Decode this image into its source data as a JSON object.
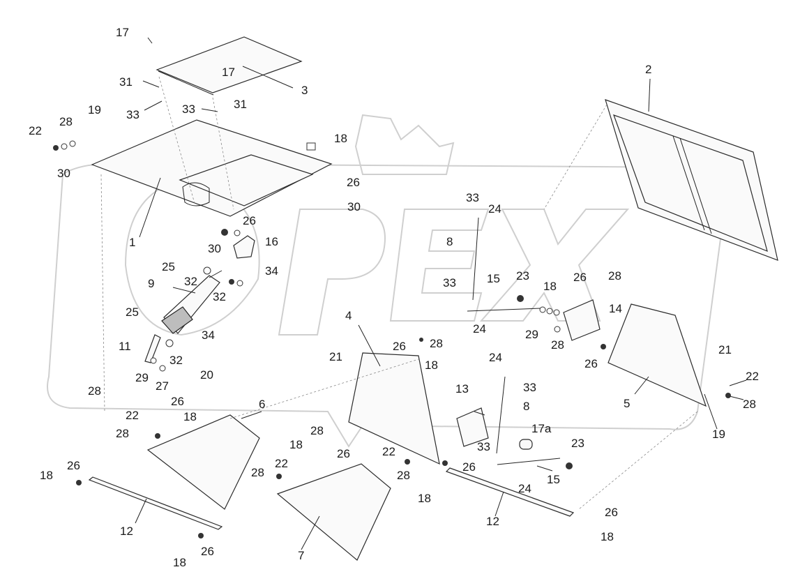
{
  "callouts": [
    {
      "id": "17-top",
      "text": "17"
    },
    {
      "id": "17-mid",
      "text": "17"
    },
    {
      "id": "3",
      "text": "3"
    },
    {
      "id": "31-left",
      "text": "31"
    },
    {
      "id": "31-right",
      "text": "31"
    },
    {
      "id": "33-left",
      "text": "33"
    },
    {
      "id": "33-mid",
      "text": "33"
    },
    {
      "id": "19-top",
      "text": "19"
    },
    {
      "id": "28-top",
      "text": "28"
    },
    {
      "id": "22-top",
      "text": "22"
    },
    {
      "id": "30-top",
      "text": "30"
    },
    {
      "id": "18-top",
      "text": "18"
    },
    {
      "id": "26-cover",
      "text": "26"
    },
    {
      "id": "30-cover",
      "text": "30"
    },
    {
      "id": "1",
      "text": "1"
    },
    {
      "id": "26-mid",
      "text": "26"
    },
    {
      "id": "30-mid",
      "text": "30"
    },
    {
      "id": "16",
      "text": "16"
    },
    {
      "id": "25-top",
      "text": "25"
    },
    {
      "id": "32-a",
      "text": "32"
    },
    {
      "id": "9",
      "text": "9"
    },
    {
      "id": "32-b",
      "text": "32"
    },
    {
      "id": "34-top",
      "text": "34"
    },
    {
      "id": "25-bot",
      "text": "25"
    },
    {
      "id": "34-bot",
      "text": "34"
    },
    {
      "id": "11",
      "text": "11"
    },
    {
      "id": "32-c",
      "text": "32"
    },
    {
      "id": "29-left",
      "text": "29"
    },
    {
      "id": "27",
      "text": "27"
    },
    {
      "id": "20",
      "text": "20"
    },
    {
      "id": "2",
      "text": "2"
    },
    {
      "id": "33-rod",
      "text": "33"
    },
    {
      "id": "24-rod",
      "text": "24"
    },
    {
      "id": "8-top",
      "text": "8"
    },
    {
      "id": "33-rod2",
      "text": "33"
    },
    {
      "id": "15-top",
      "text": "15"
    },
    {
      "id": "23-top",
      "text": "23"
    },
    {
      "id": "18-rod",
      "text": "18"
    },
    {
      "id": "26-rod",
      "text": "26"
    },
    {
      "id": "28-rod",
      "text": "28"
    },
    {
      "id": "14",
      "text": "14"
    },
    {
      "id": "24-mid",
      "text": "24"
    },
    {
      "id": "29-mid",
      "text": "29"
    },
    {
      "id": "28-mid",
      "text": "28"
    },
    {
      "id": "4",
      "text": "4"
    },
    {
      "id": "26-4",
      "text": "26"
    },
    {
      "id": "28-4",
      "text": "28"
    },
    {
      "id": "18-4",
      "text": "18"
    },
    {
      "id": "21-left",
      "text": "21"
    },
    {
      "id": "26-right",
      "text": "26"
    },
    {
      "id": "21-right",
      "text": "21"
    },
    {
      "id": "22-right",
      "text": "22"
    },
    {
      "id": "28-right",
      "text": "28"
    },
    {
      "id": "5",
      "text": "5"
    },
    {
      "id": "19-right",
      "text": "19"
    },
    {
      "id": "24-low",
      "text": "24"
    },
    {
      "id": "33-low",
      "text": "33"
    },
    {
      "id": "13",
      "text": "13"
    },
    {
      "id": "8-low",
      "text": "8"
    },
    {
      "id": "17a",
      "text": "17a"
    },
    {
      "id": "23-low",
      "text": "23"
    },
    {
      "id": "33-low2",
      "text": "33"
    },
    {
      "id": "15-low",
      "text": "15"
    },
    {
      "id": "24-bot",
      "text": "24"
    },
    {
      "id": "28-6",
      "text": "28"
    },
    {
      "id": "26-6",
      "text": "26"
    },
    {
      "id": "22-6",
      "text": "22"
    },
    {
      "id": "18-6",
      "text": "18"
    },
    {
      "id": "28-6b",
      "text": "28"
    },
    {
      "id": "6",
      "text": "6"
    },
    {
      "id": "28-7",
      "text": "28"
    },
    {
      "id": "18-7",
      "text": "18"
    },
    {
      "id": "26-7",
      "text": "26"
    },
    {
      "id": "22-7",
      "text": "22"
    },
    {
      "id": "28-7b",
      "text": "28"
    },
    {
      "id": "22-4",
      "text": "22"
    },
    {
      "id": "28-4b",
      "text": "28"
    },
    {
      "id": "26-4b",
      "text": "26"
    },
    {
      "id": "18-12r",
      "text": "18"
    },
    {
      "id": "18-12l",
      "text": "18"
    },
    {
      "id": "26-12l",
      "text": "26"
    },
    {
      "id": "12-left",
      "text": "12"
    },
    {
      "id": "18-12lb",
      "text": "18"
    },
    {
      "id": "26-12lb",
      "text": "26"
    },
    {
      "id": "7",
      "text": "7"
    },
    {
      "id": "12-right",
      "text": "12"
    },
    {
      "id": "26-12r",
      "text": "26"
    },
    {
      "id": "18-12rb",
      "text": "18"
    }
  ]
}
